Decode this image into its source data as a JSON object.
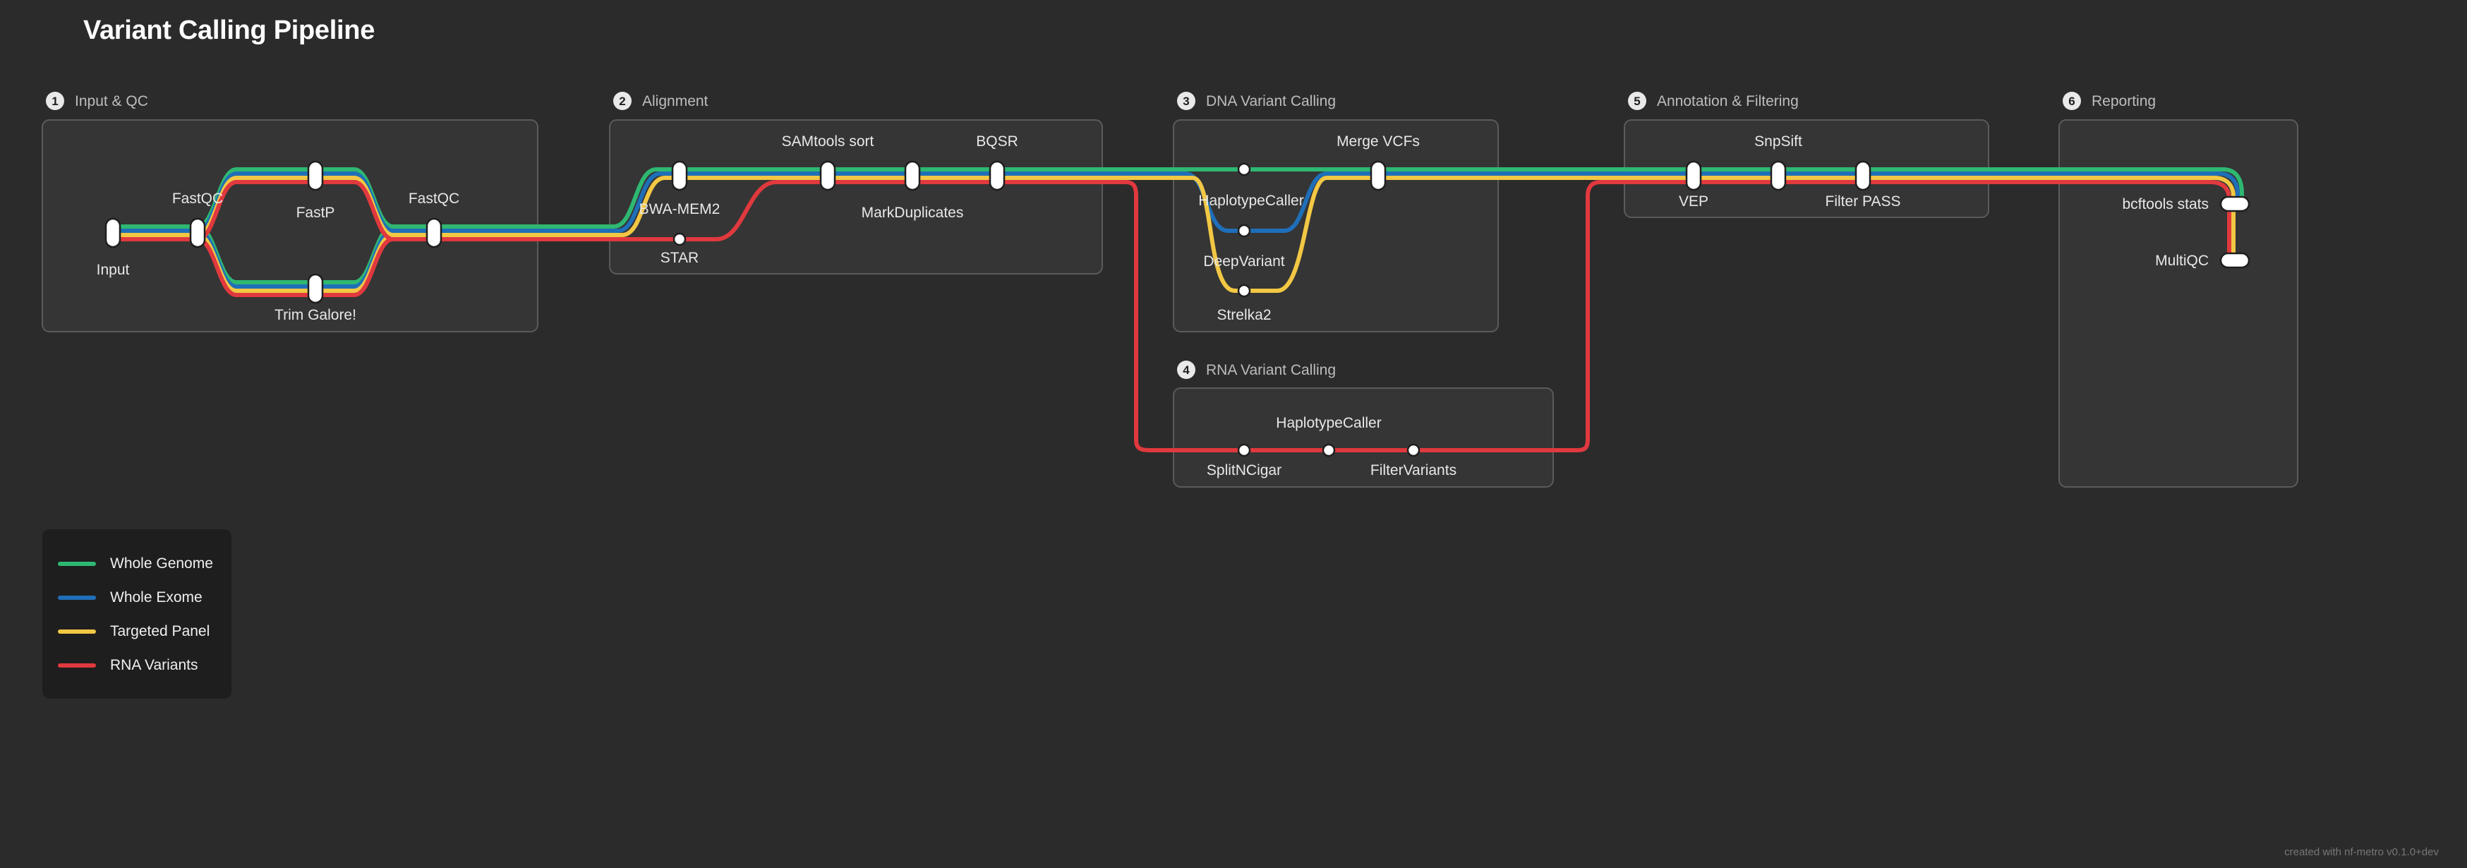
{
  "title": "Variant Calling Pipeline",
  "sections": [
    {
      "number": "1",
      "title": "Input & QC"
    },
    {
      "number": "2",
      "title": "Alignment"
    },
    {
      "number": "3",
      "title": "DNA Variant Calling"
    },
    {
      "number": "4",
      "title": "RNA Variant Calling"
    },
    {
      "number": "5",
      "title": "Annotation & Filtering"
    },
    {
      "number": "6",
      "title": "Reporting"
    }
  ],
  "nodes": {
    "input": "Input",
    "fastqc_1": "FastQC",
    "fastp": "FastP",
    "trim_galore": "Trim Galore!",
    "fastqc_2": "FastQC",
    "bwa_mem2": "BWA-MEM2",
    "star": "STAR",
    "samtools_sort": "SAMtools sort",
    "markduplicates": "MarkDuplicates",
    "bqsr": "BQSR",
    "haplotypecaller_dna": "HaplotypeCaller",
    "deepvariant": "DeepVariant",
    "strelka2": "Strelka2",
    "merge_vcfs": "Merge VCFs",
    "splitncigar": "SplitNCigar",
    "haplotypecaller_rna": "HaplotypeCaller",
    "filtervariants": "FilterVariants",
    "vep": "VEP",
    "snpsift": "SnpSift",
    "filter_pass": "Filter PASS",
    "bcftools_stats": "bcftools stats",
    "multiqc": "MultiQC"
  },
  "legend": [
    {
      "label": "Whole Genome",
      "color": "#2eb872"
    },
    {
      "label": "Whole Exome",
      "color": "#1f6fb8"
    },
    {
      "label": "Targeted Panel",
      "color": "#f2c744"
    },
    {
      "label": "RNA Variants",
      "color": "#e0393e"
    }
  ],
  "colors": {
    "background": "#2b2b2b",
    "whole_genome": "#2eb872",
    "whole_exome": "#1f6fb8",
    "targeted_panel": "#f2c744",
    "rna_variants": "#e0393e"
  },
  "credit": "created with nf-metro v0.1.0+dev"
}
